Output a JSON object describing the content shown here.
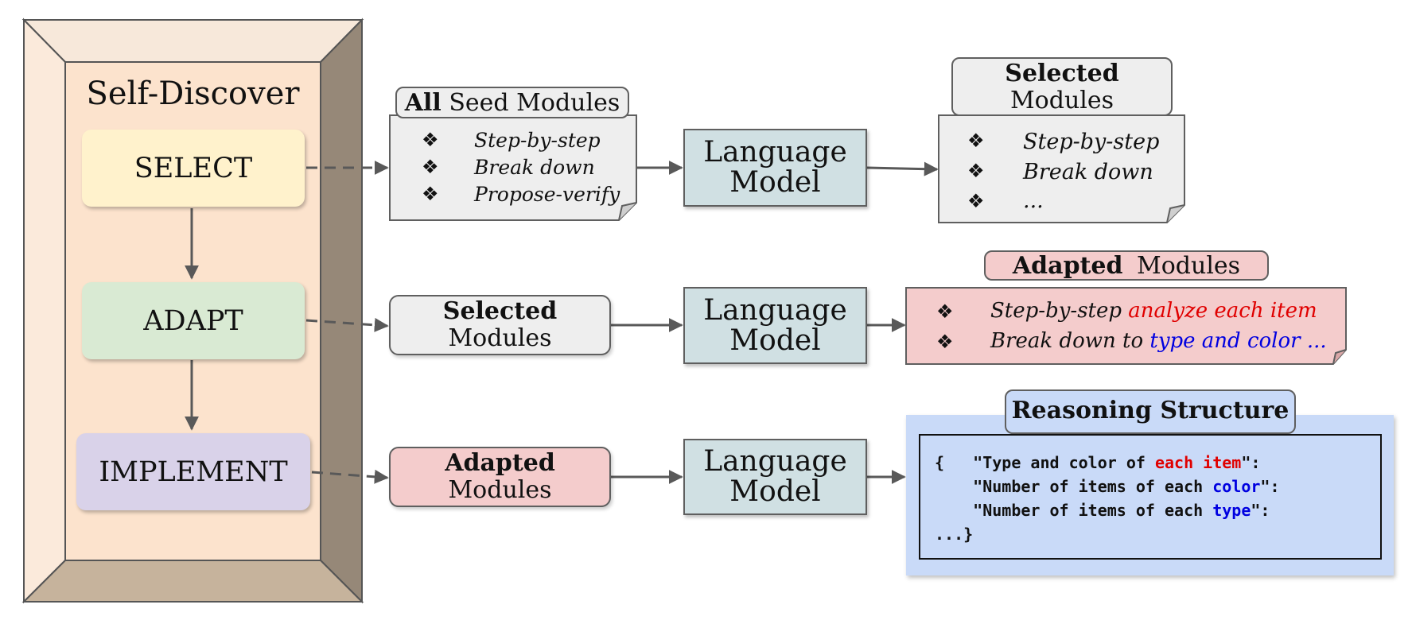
{
  "self_discover": {
    "title": "Self-Discover",
    "steps": {
      "select": "SELECT",
      "adapt": "ADAPT",
      "implement": "IMPLEMENT"
    }
  },
  "row1": {
    "seed_tab": {
      "bold": "All",
      "rest": "Seed Modules"
    },
    "seed_items": [
      "Step-by-step",
      "Break down",
      "Propose-verify"
    ],
    "lm": {
      "line1": "Language",
      "line2": "Model"
    },
    "selected_tab": {
      "bold": "Selected",
      "rest": "Modules"
    },
    "selected_items": [
      "Step-by-step",
      "Break down",
      "..."
    ]
  },
  "row2": {
    "input": {
      "bold": "Selected",
      "rest": "Modules"
    },
    "lm": {
      "line1": "Language",
      "line2": "Model"
    },
    "adapted_tab": {
      "bold": "Adapted",
      "rest": "Modules"
    },
    "adapted_items": [
      {
        "plain": "Step-by-step ",
        "colored": "analyze each item"
      },
      {
        "plain": "Break down to ",
        "colored": "type and color ..."
      }
    ]
  },
  "row3": {
    "input": {
      "bold": "Adapted",
      "rest": "Modules"
    },
    "lm": {
      "line1": "Language",
      "line2": "Model"
    },
    "structure_tab": "Reasoning Structure",
    "code": [
      {
        "pre": "{   \"Type and color of ",
        "hl": "each item",
        "post": "\":"
      },
      {
        "pre": "    \"Number of items of each ",
        "hl": "color",
        "post": "\":"
      },
      {
        "pre": "    \"Number of items of each ",
        "hl": "type",
        "post": "\":"
      },
      {
        "pre": "...}",
        "hl": "",
        "post": ""
      }
    ]
  },
  "bullet_glyph": "❖",
  "colors": {
    "outer_frame": "#fbe3cf",
    "select": "#fff2cc",
    "adapt": "#d9ead3",
    "implement": "#d9d2e9",
    "language_model": "#d0e0e3",
    "adapted": "#f4cccc",
    "reasoning_structure": "#c9daf8",
    "highlight_red": "#e00000",
    "highlight_blue": "#0000e0"
  }
}
